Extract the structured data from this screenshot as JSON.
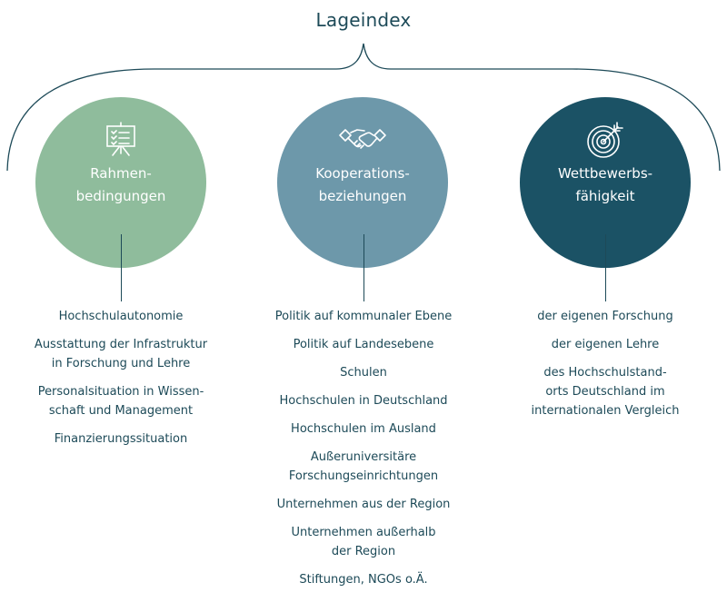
{
  "title": "Lageindex",
  "colors": {
    "text": "#1d4a58",
    "circle_1": "#8fbc9c",
    "circle_2": "#6d98aa",
    "circle_3": "#1b5265"
  },
  "columns": [
    {
      "label": "Rahmen-\nbedingungen",
      "icon": "presentation-board-icon",
      "items": [
        "Hochschulautonomie",
        "Ausstattung der Infrastruktur\nin Forschung und Lehre",
        "Personalsituation in Wissen-\nschaft und Management",
        "Finanzierungssituation"
      ]
    },
    {
      "label": "Kooperations-\nbeziehungen",
      "icon": "handshake-icon",
      "items": [
        "Politik auf kommunaler Ebene",
        "Politik auf Landesebene",
        "Schulen",
        "Hochschulen in Deutschland",
        "Hochschulen im Ausland",
        "Außeruniversitäre\nForschungseinrichtungen",
        "Unternehmen aus der Region",
        "Unternehmen außerhalb\nder Region",
        "Stiftungen, NGOs o.Ä."
      ]
    },
    {
      "label": "Wettbewerbs-\nfähigkeit",
      "icon": "target-icon",
      "items": [
        "der eigenen Forschung",
        "der eigenen Lehre",
        "des Hochschulstand-\norts Deutschland im\ninternationalen Vergleich"
      ]
    }
  ]
}
